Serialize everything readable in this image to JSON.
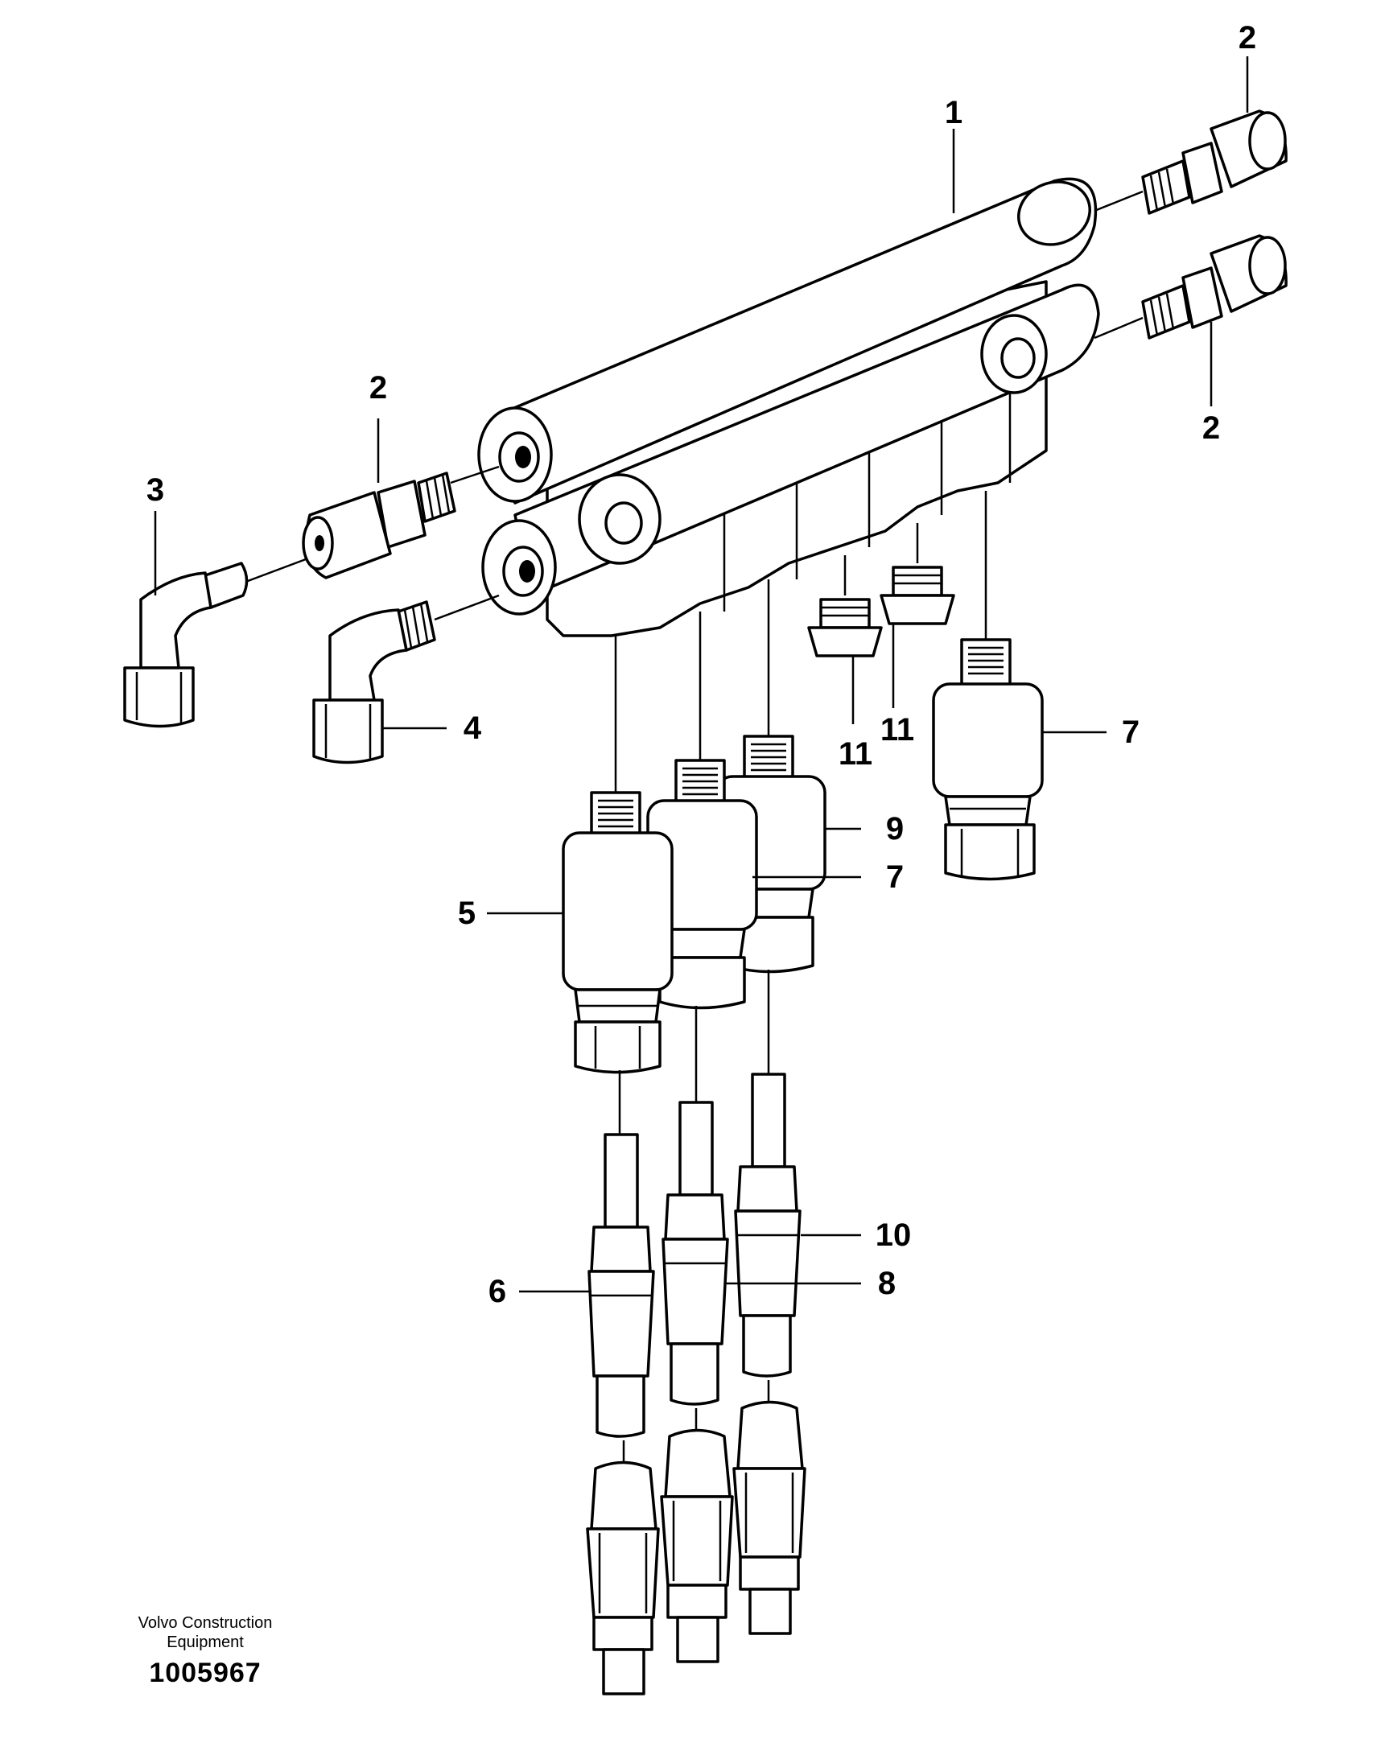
{
  "callouts": {
    "c1": "1",
    "c2a": "2",
    "c2b": "2",
    "c2c": "2",
    "c3": "3",
    "c4": "4",
    "c5": "5",
    "c6": "6",
    "c7a": "7",
    "c7b": "7",
    "c8": "8",
    "c9": "9",
    "c10": "10",
    "c11a": "11",
    "c11b": "11"
  },
  "footer": {
    "maker_line1": "Volvo Construction",
    "maker_line2": "Equipment",
    "drawing_number": "1005967"
  }
}
